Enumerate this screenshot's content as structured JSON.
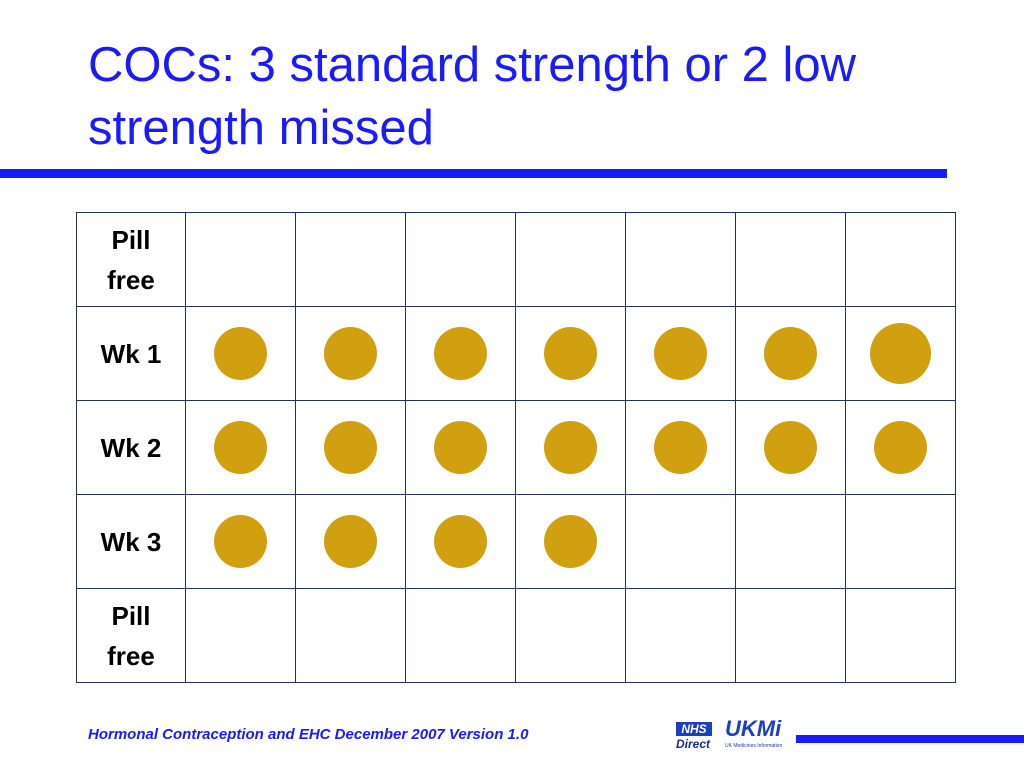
{
  "slide": {
    "title_line1": "COCs: 3 standard strength or 2 low",
    "title_line2": "strength missed"
  },
  "colors": {
    "title": "#1a1aff",
    "rule": "#1a1aff",
    "pill": "#d0a010",
    "grid_border": "#1f3550"
  },
  "table": {
    "rows": [
      {
        "label_line1": "Pill",
        "label_line2": "free",
        "pills": [
          false,
          false,
          false,
          false,
          false,
          false,
          false
        ]
      },
      {
        "label_line1": "Wk 1",
        "label_line2": "",
        "pills": [
          true,
          true,
          true,
          true,
          true,
          true,
          true
        ]
      },
      {
        "label_line1": "Wk 2",
        "label_line2": "",
        "pills": [
          true,
          true,
          true,
          true,
          true,
          true,
          true
        ]
      },
      {
        "label_line1": "Wk 3",
        "label_line2": "",
        "pills": [
          true,
          true,
          true,
          true,
          false,
          false,
          false
        ]
      },
      {
        "label_line1": "Pill",
        "label_line2": "free",
        "pills": [
          false,
          false,
          false,
          false,
          false,
          false,
          false
        ]
      }
    ]
  },
  "footer": {
    "text": "Hormonal Contraception and EHC December 2007 Version 1.0",
    "nhs_badge": "NHS",
    "nhs_sub": "Direct",
    "ukmi_mark": "UKMi",
    "ukmi_sub": "UK Medicines Information"
  }
}
